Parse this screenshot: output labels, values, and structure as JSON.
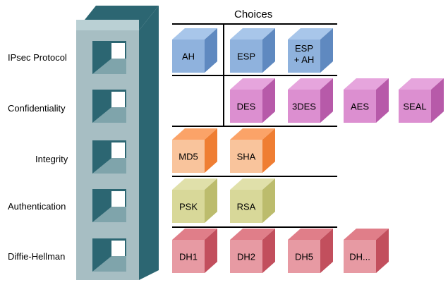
{
  "header": {
    "title": "Choices"
  },
  "rows": [
    {
      "label": "IPsec Protocol",
      "colors": {
        "front": "#8fb2dd",
        "top": "#a8c6ea",
        "side": "#5f89c0"
      },
      "choices": [
        {
          "label": [
            "AH"
          ]
        },
        {
          "label": [
            "ESP"
          ]
        },
        {
          "label": [
            "ESP",
            "+ AH"
          ]
        }
      ]
    },
    {
      "label": "Confidentiality",
      "colors": {
        "front": "#dc8fd0",
        "top": "#e6a5dd",
        "side": "#b75aa9"
      },
      "choices": [
        {
          "label": [
            "DES"
          ]
        },
        {
          "label": [
            "3DES"
          ]
        },
        {
          "label": [
            "AES"
          ]
        },
        {
          "label": [
            "SEAL"
          ]
        }
      ]
    },
    {
      "label": "Integrity",
      "colors": {
        "front": "#f9c49c",
        "top": "#fba368",
        "side": "#ef7e33"
      },
      "choices": [
        {
          "label": [
            "MD5"
          ]
        },
        {
          "label": [
            "SHA"
          ]
        }
      ]
    },
    {
      "label": "Authentication",
      "colors": {
        "front": "#d8d899",
        "top": "#e0e0aa",
        "side": "#bcbc6d"
      },
      "choices": [
        {
          "label": [
            "PSK"
          ]
        },
        {
          "label": [
            "RSA"
          ]
        }
      ]
    },
    {
      "label": "Diffie-Hellman",
      "colors": {
        "front": "#e79aa3",
        "top": "#e07e89",
        "side": "#c24f5d"
      },
      "choices": [
        {
          "label": [
            "DH1"
          ]
        },
        {
          "label": [
            "DH2"
          ]
        },
        {
          "label": [
            "DH5"
          ]
        },
        {
          "label": [
            "DH..."
          ]
        }
      ]
    }
  ],
  "tower_colors": {
    "front": "#a7bec3",
    "side": "#2c6672",
    "top": "#bad0d4",
    "hole": "#2c6672",
    "hole_floor": "#7fa4ab"
  }
}
